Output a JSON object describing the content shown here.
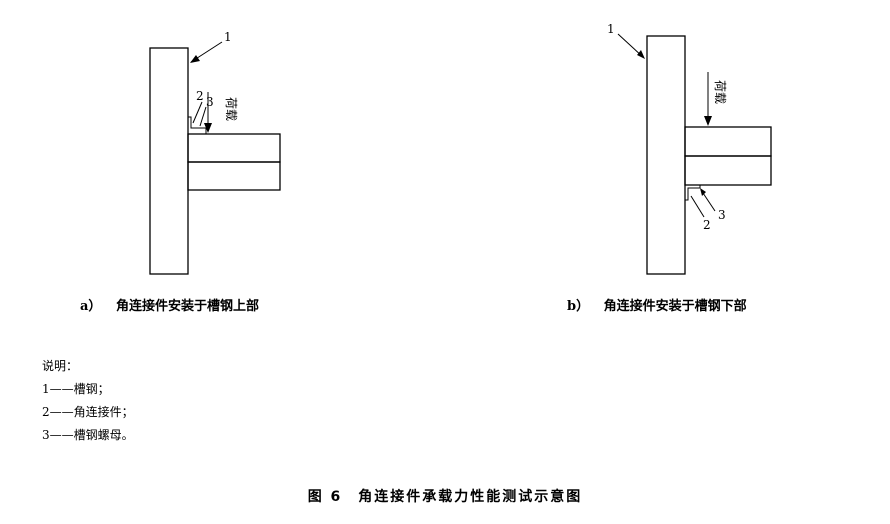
{
  "figure_a": {
    "callout_1": "1",
    "callout_2": "2",
    "callout_3": "3",
    "load_label": "荷载",
    "caption_letter": "a）",
    "caption_text": "角连接件安装于槽钢上部"
  },
  "figure_b": {
    "callout_1": "1",
    "callout_2": "2",
    "callout_3": "3",
    "load_label": "荷载",
    "caption_letter": "b）",
    "caption_text": "角连接件安装于槽钢下部"
  },
  "legend": {
    "heading": "说明：",
    "items": [
      "1——槽钢；",
      "2——角连接件；",
      "3——槽钢螺母。"
    ]
  },
  "figure_title": "图 6　角连接件承载力性能测试示意图"
}
